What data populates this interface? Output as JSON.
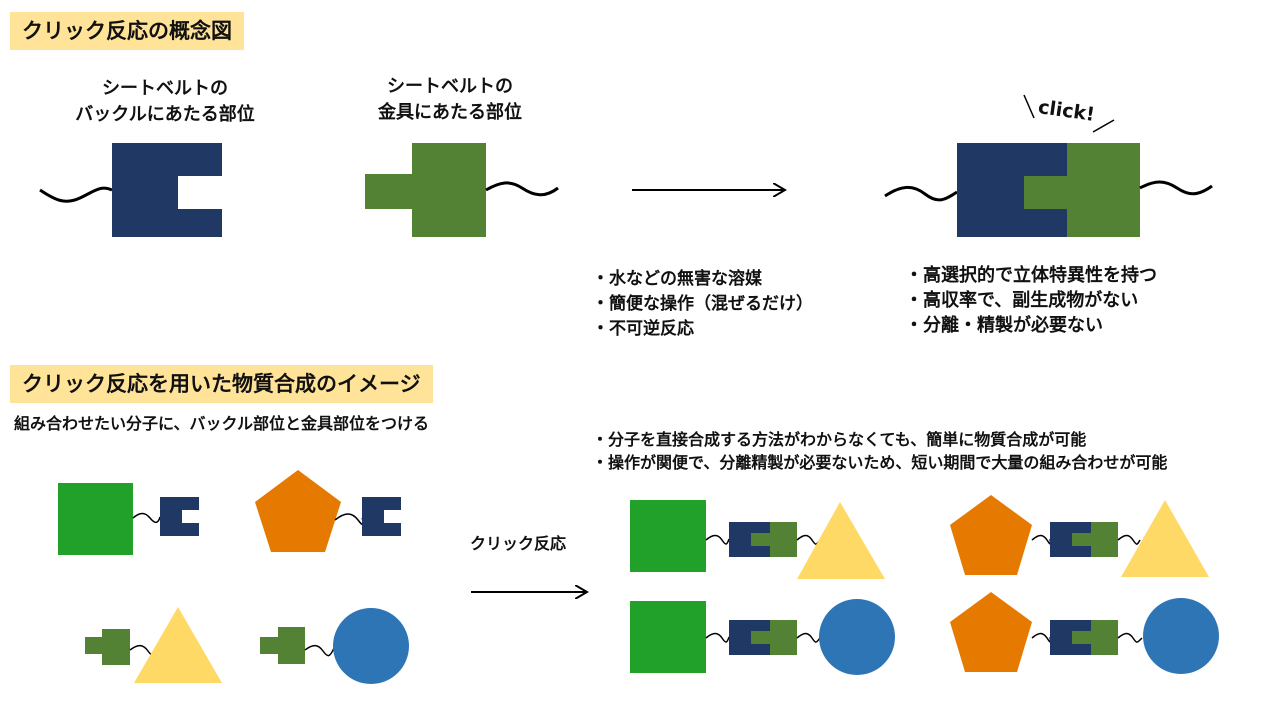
{
  "headings": {
    "concept": "クリック反応の概念図",
    "synthesis": "クリック反応を用いた物質合成のイメージ"
  },
  "captions": {
    "buckle": [
      "シートベルトの",
      "バックルにあたる部位"
    ],
    "metal": [
      "シートベルトの",
      "金具にあたる部位"
    ],
    "click": "click!"
  },
  "features_left": [
    "水などの無害な溶媒",
    "簡便な操作（混ぜるだけ）",
    "不可逆反応"
  ],
  "features_right": [
    "高選択的で立体特異性を持つ",
    "高収率で、副生成物がない",
    "分離・精製が必要ない"
  ],
  "synthesis_subtitle": "組み合わせたい分子に、バックル部位と金具部位をつける",
  "arrow_label": "クリック反応",
  "benefits": [
    "分子を直接合成する方法がわからなくても、簡単に物質合成が可能",
    "操作が関便で、分離精製が必要ないため、短い期間で大量の組み合わせが可能"
  ],
  "colors": {
    "buckle": "#1f3864",
    "metal": "#548235",
    "green": "#21a02a",
    "orange": "#e67a00",
    "yellow": "#ffd966",
    "blue": "#2e75b6",
    "heading_bg": "#ffe399"
  }
}
